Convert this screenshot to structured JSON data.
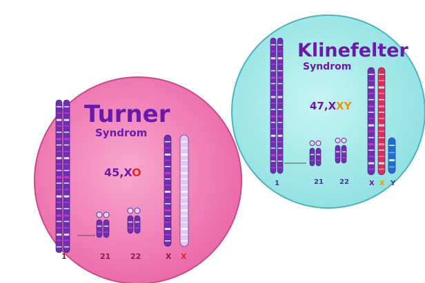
{
  "turner": {
    "title": "Turner",
    "subtitle": "Syndrom",
    "karyotype_prefix": "45,X",
    "karyotype_missing": "O",
    "labels": {
      "chr1": "1",
      "chr21": "21",
      "chr22": "22",
      "x1": "X",
      "x2": "X"
    },
    "colors": {
      "circle": "#f07fb4",
      "circle_edge": "#cf4f8e",
      "title": "#6a1aa8",
      "missing": "#e02a2a",
      "label": "#8a1e4a"
    }
  },
  "klinefelter": {
    "title": "Klinefelter",
    "subtitle": "Syndrom",
    "karyotype_prefix": "47,X",
    "karyotype_x2": "X",
    "karyotype_y": "Y",
    "labels": {
      "chr1": "1",
      "chr21": "21",
      "chr22": "22",
      "x1": "X",
      "x2": "X",
      "y": "Y"
    },
    "colors": {
      "circle": "#9ee8e8",
      "circle_edge": "#5cbcc4",
      "title": "#6a1aa8",
      "extra": "#e8960e",
      "label": "#3a3a8a"
    }
  },
  "chromosome_colors": {
    "body": "#6f2fb5",
    "band": "#c23cc8",
    "light": "#e4c8f4",
    "red_body": "#d8305a",
    "y_body": "#1e6fd0"
  }
}
